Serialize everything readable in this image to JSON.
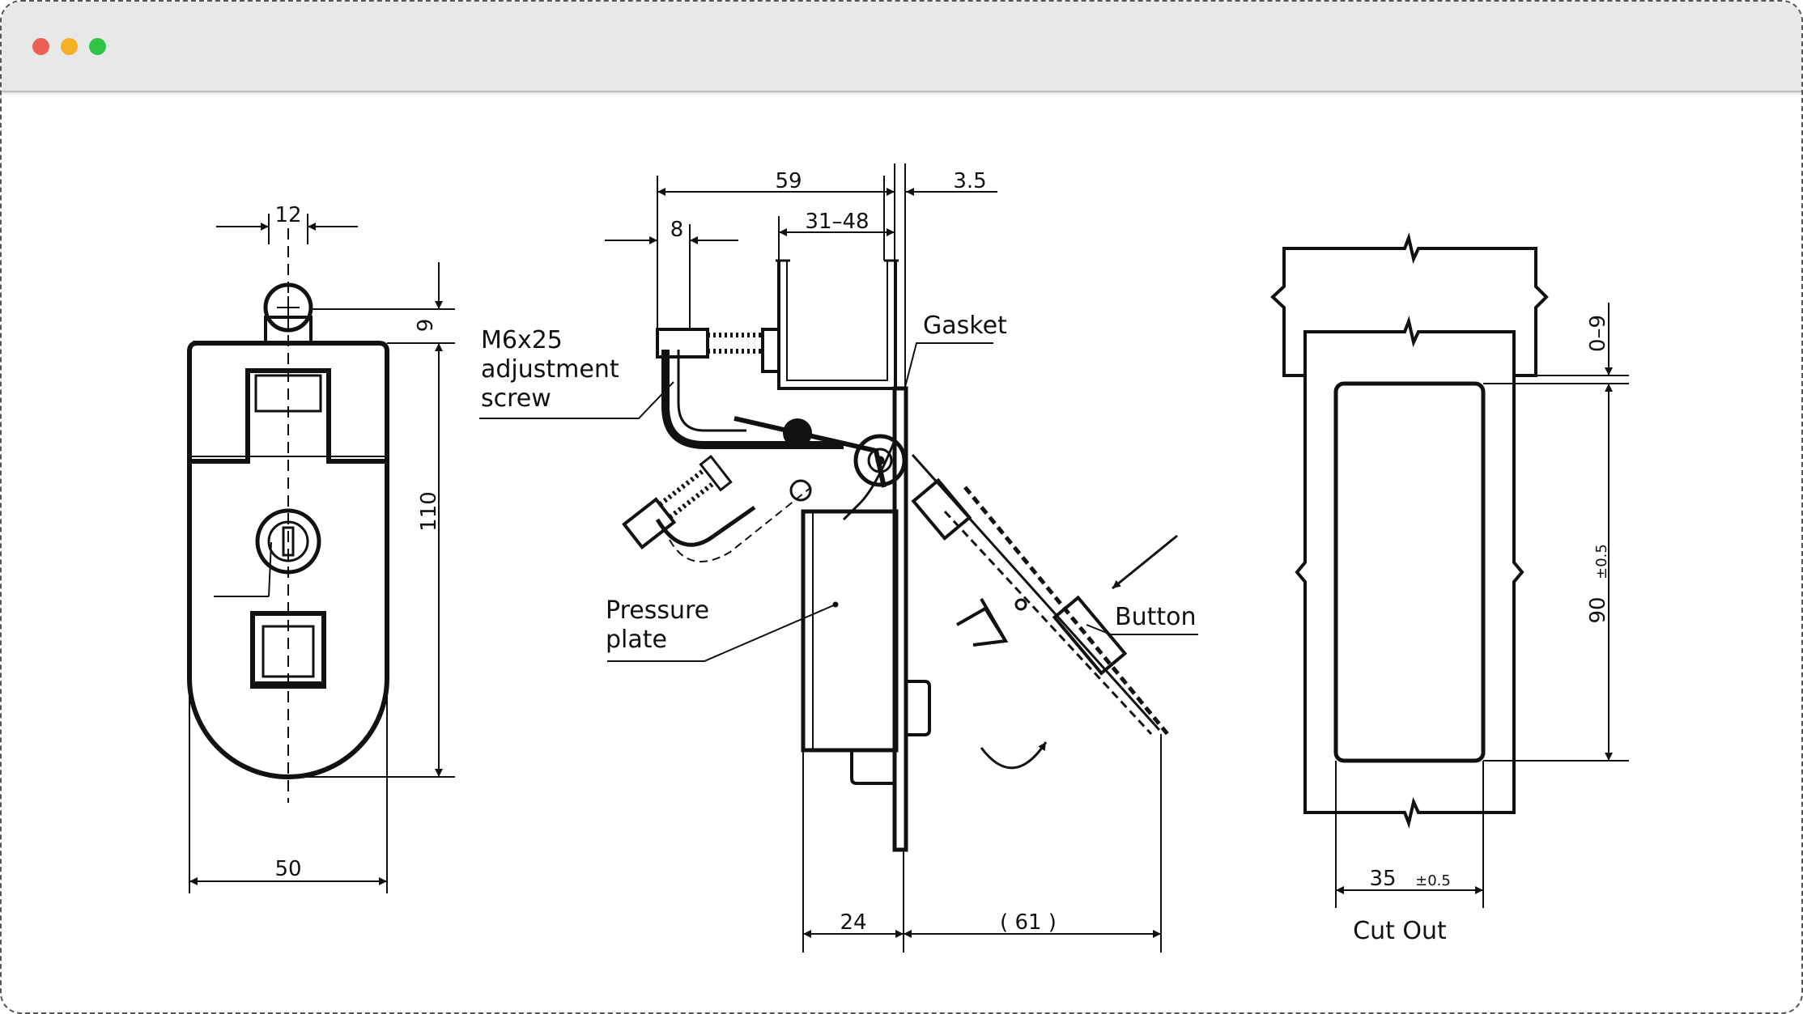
{
  "window": {
    "controls": [
      "close",
      "minimize",
      "maximize"
    ],
    "colors": {
      "close": "#ec5f56",
      "minimize": "#f5b025",
      "maximize": "#2fc443"
    }
  },
  "drawing": {
    "front_view": {
      "dim_width": "50",
      "dim_height": "110",
      "dim_ring": "12",
      "dim_ring_offset": "9"
    },
    "side_view": {
      "dim_total": "59",
      "dim_screw_pos": "8",
      "dim_range": "31–48",
      "dim_plate": "3.5",
      "dim_depth": "24",
      "dim_handle": "( 61 )",
      "label_screw_1": "M6x25",
      "label_screw_2": "adjustment",
      "label_screw_3": "screw",
      "label_gasket": "Gasket",
      "label_pressure_1": "Pressure",
      "label_pressure_2": "plate",
      "label_button": "Button"
    },
    "cutout_view": {
      "dim_width": "35",
      "dim_width_tol": "±0.5",
      "dim_height": "90",
      "dim_height_tol": "±0.5",
      "dim_gap": "0–9",
      "label_cutout": "Cut Out"
    }
  }
}
